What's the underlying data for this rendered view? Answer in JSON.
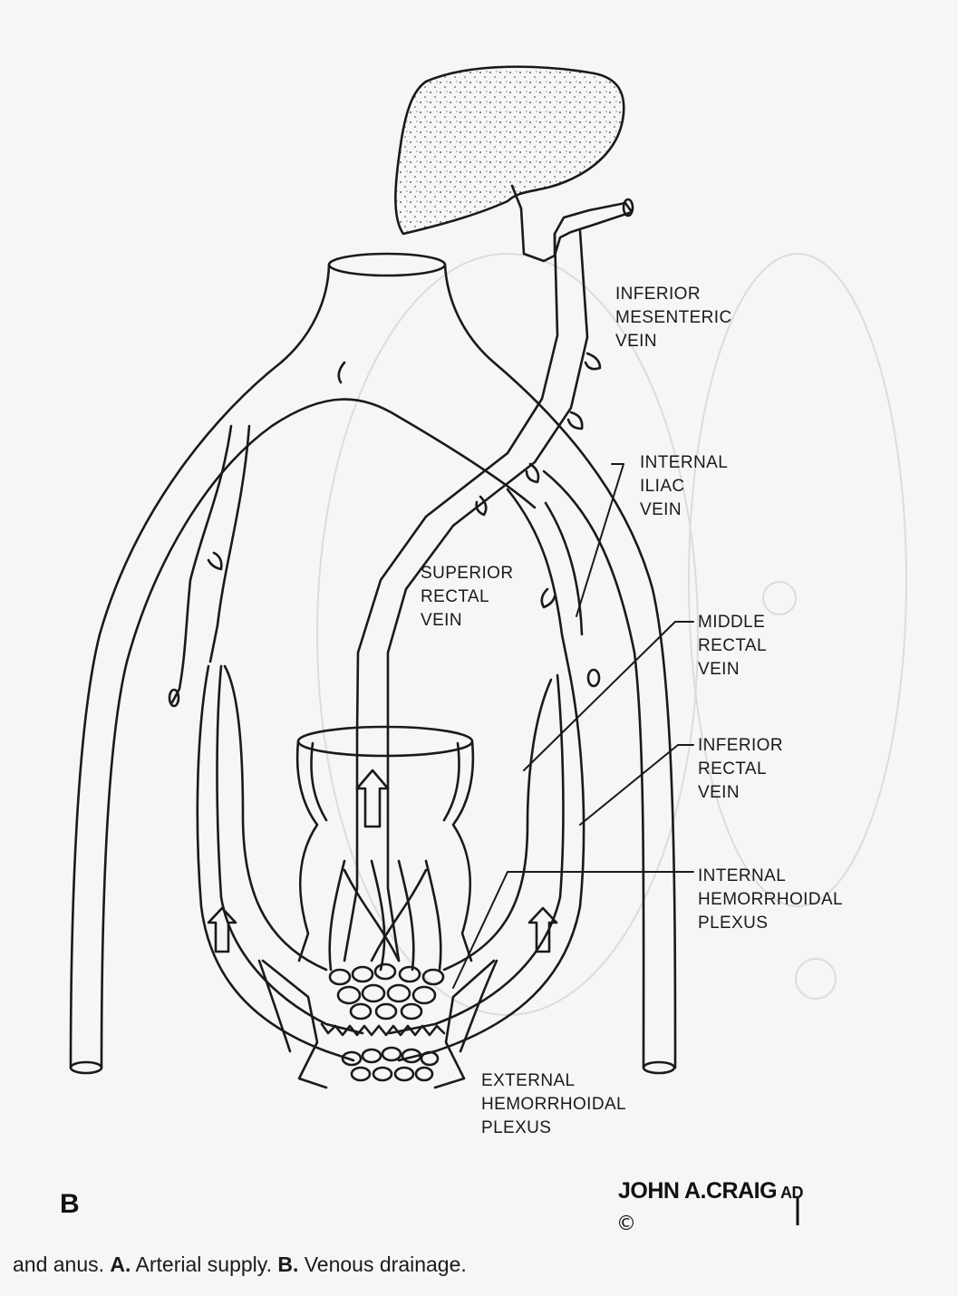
{
  "labels": {
    "inferior_mesenteric_vein": [
      "INFERIOR",
      "MESENTERIC",
      "VEIN"
    ],
    "internal_iliac_vein": [
      "INTERNAL",
      "ILIAC",
      "VEIN"
    ],
    "superior_rectal_vein": [
      "SUPERIOR",
      "RECTAL",
      "VEIN"
    ],
    "middle_rectal_vein": [
      "MIDDLE",
      "RECTAL",
      "VEIN"
    ],
    "inferior_rectal_vein": [
      "INFERIOR",
      "RECTAL",
      "VEIN"
    ],
    "internal_hemorrhoidal_plexus": [
      "INTERNAL",
      "HEMORRHOIDAL",
      "PLEXUS"
    ],
    "external_hemorrhoidal_plexus": [
      "EXTERNAL",
      "HEMORRHOIDAL",
      "PLEXUS"
    ]
  },
  "panel_letter": "B",
  "signature": "JOHN A.CRAIG",
  "signature_suffix": "AD",
  "copyright": "©",
  "caption": {
    "prefix": "and anus. ",
    "a_letter": "A.",
    "a_text": " Arterial supply. ",
    "b_letter": "B.",
    "b_text": " Venous drainage."
  },
  "colors": {
    "ink": "#1a1a1a",
    "paper": "#f6f6f4",
    "bleed_through": "#d6d6d4"
  }
}
